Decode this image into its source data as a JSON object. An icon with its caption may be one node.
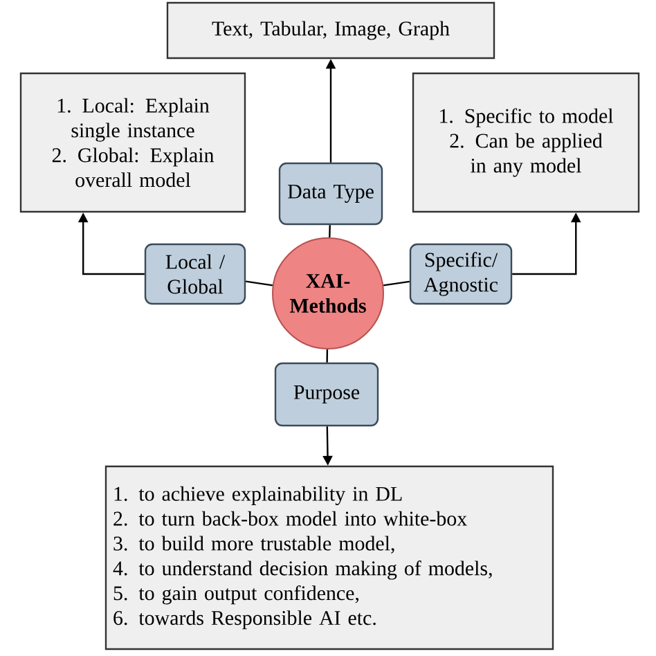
{
  "diagram": {
    "nodes": [
      {
        "text": [
          "Text, Tabular, Image, Graph"
        ]
      },
      {
        "text": [
          "1. Local: Explain single instance",
          "2. Global: Explain overall model"
        ]
      },
      {
        "text": [
          "1. Specific to model",
          "2. Can be applied in any model"
        ]
      },
      {
        "text": [
          "Data Type"
        ]
      },
      {
        "text": [
          "Local / Global"
        ]
      },
      {
        "text": [
          "XAI-Methods"
        ]
      },
      {
        "text": [
          "Specific/ Agnostic"
        ]
      },
      {
        "text": [
          "Purpose"
        ]
      },
      {
        "text": [
          "1. to achieve explainability in DL",
          "2. to turn back-box model into white-box",
          "3. to build more trustable model,",
          "4. to understand decision making of models,",
          "5. to gain output confidence,",
          "6. towards Responsible AI  etc."
        ]
      }
    ],
    "edges": [
      {
        "from": 5,
        "to": 3,
        "arrow": "none"
      },
      {
        "from": 3,
        "to": 0,
        "arrow": "to"
      },
      {
        "from": 5,
        "to": 4,
        "arrow": "none"
      },
      {
        "from": 4,
        "to": 1,
        "arrow": "to"
      },
      {
        "from": 5,
        "to": 6,
        "arrow": "none"
      },
      {
        "from": 6,
        "to": 2,
        "arrow": "to"
      },
      {
        "from": 5,
        "to": 7,
        "arrow": "none"
      },
      {
        "from": 7,
        "to": 8,
        "arrow": "to"
      }
    ]
  }
}
